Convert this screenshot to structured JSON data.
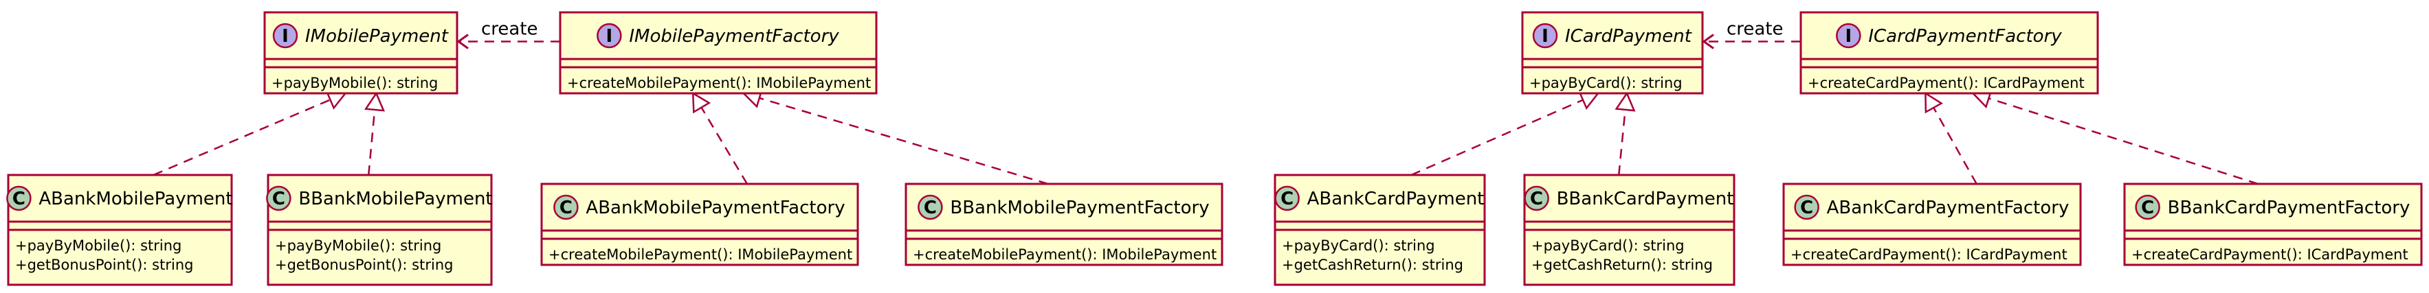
{
  "colors": {
    "border": "#A80036",
    "fill": "#FEFECE",
    "interface_badge": "#B4A7E5",
    "class_badge": "#ADD1B2"
  },
  "classes": {
    "imobile": {
      "kind": "I",
      "name": "IMobilePayment",
      "italic": true,
      "members": [
        "+payByMobile(): string"
      ]
    },
    "imobilefactory": {
      "kind": "I",
      "name": "IMobilePaymentFactory",
      "italic": true,
      "members": [
        "+createMobilePayment(): IMobilePayment"
      ]
    },
    "icard": {
      "kind": "I",
      "name": "ICardPayment",
      "italic": true,
      "members": [
        "+payByCard(): string"
      ]
    },
    "icardfactory": {
      "kind": "I",
      "name": "ICardPaymentFactory",
      "italic": true,
      "members": [
        "+createCardPayment(): ICardPayment"
      ]
    },
    "abankmobile": {
      "kind": "C",
      "name": "ABankMobilePayment",
      "italic": false,
      "members": [
        "+payByMobile(): string",
        "+getBonusPoint(): string"
      ]
    },
    "bbankmobile": {
      "kind": "C",
      "name": "BBankMobilePayment",
      "italic": false,
      "members": [
        "+payByMobile(): string",
        "+getBonusPoint(): string"
      ]
    },
    "abankmobilefactory": {
      "kind": "C",
      "name": "ABankMobilePaymentFactory",
      "italic": false,
      "members": [
        "+createMobilePayment(): IMobilePayment"
      ]
    },
    "bbankmobilefactory": {
      "kind": "C",
      "name": "BBankMobilePaymentFactory",
      "italic": false,
      "members": [
        "+createMobilePayment(): IMobilePayment"
      ]
    },
    "abankcard": {
      "kind": "C",
      "name": "ABankCardPayment",
      "italic": false,
      "members": [
        "+payByCard(): string",
        "+getCashReturn(): string"
      ]
    },
    "bbankcard": {
      "kind": "C",
      "name": "BBankCardPayment",
      "italic": false,
      "members": [
        "+payByCard(): string",
        "+getCashReturn(): string"
      ]
    },
    "abankcardfactory": {
      "kind": "C",
      "name": "ABankCardPaymentFactory",
      "italic": false,
      "members": [
        "+createCardPayment(): ICardPayment"
      ]
    },
    "bbankcardfactory": {
      "kind": "C",
      "name": "BBankCardPaymentFactory",
      "italic": false,
      "members": [
        "+createCardPayment(): ICardPayment"
      ]
    }
  },
  "relations": [
    {
      "type": "create",
      "from": "imobilefactory",
      "to": "imobile",
      "label": "create"
    },
    {
      "type": "create",
      "from": "icardfactory",
      "to": "icard",
      "label": "create"
    },
    {
      "type": "realization",
      "from": "abankmobile",
      "to": "imobile"
    },
    {
      "type": "realization",
      "from": "bbankmobile",
      "to": "imobile"
    },
    {
      "type": "realization",
      "from": "abankmobilefactory",
      "to": "imobilefactory"
    },
    {
      "type": "realization",
      "from": "bbankmobilefactory",
      "to": "imobilefactory"
    },
    {
      "type": "realization",
      "from": "abankcard",
      "to": "icard"
    },
    {
      "type": "realization",
      "from": "bbankcard",
      "to": "icard"
    },
    {
      "type": "realization",
      "from": "abankcardfactory",
      "to": "icardfactory"
    },
    {
      "type": "realization",
      "from": "bbankcardfactory",
      "to": "icardfactory"
    }
  ]
}
